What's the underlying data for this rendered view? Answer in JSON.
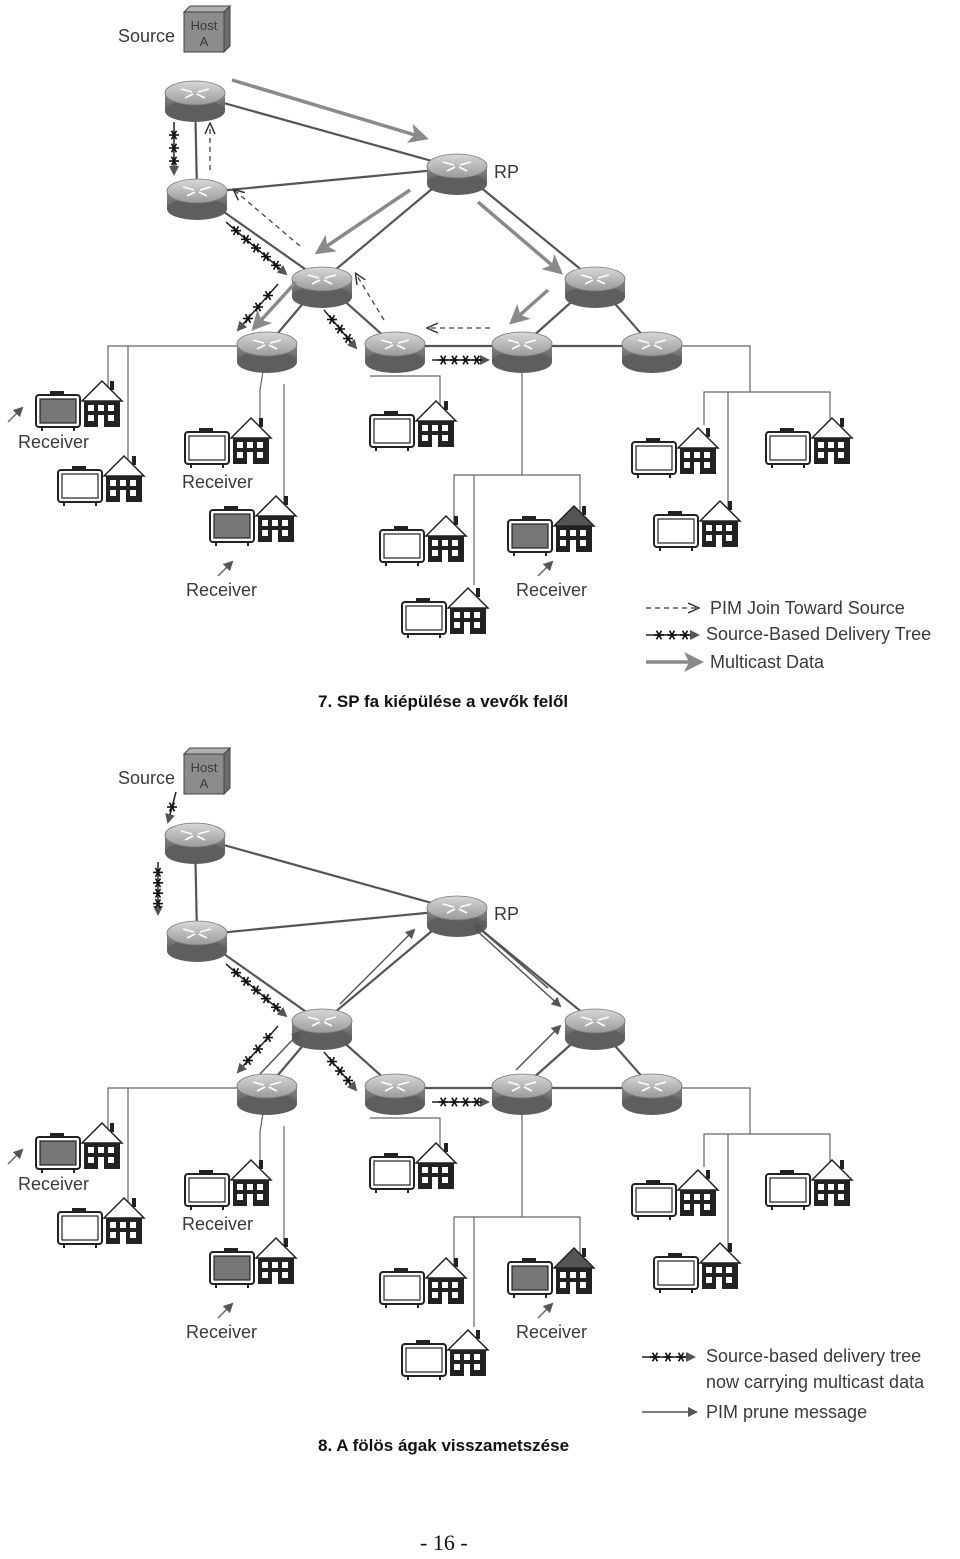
{
  "figures": [
    {
      "source_label": "Source",
      "host_label_line1": "Host",
      "host_label_line2": "A",
      "rp_label": "RP",
      "receiver_labels": [
        "Receiver",
        "Receiver",
        "Receiver",
        "Receiver"
      ],
      "legend": [
        {
          "text": "PIM Join Toward Source",
          "style": "dashed-arrow"
        },
        {
          "text": "Source-Based Delivery Tree",
          "style": "star-arrow"
        },
        {
          "text": "Multicast Data",
          "style": "solid-arrow"
        }
      ],
      "caption": "7. SP fa kiépülése a vevők felől"
    },
    {
      "source_label": "Source",
      "host_label_line1": "Host",
      "host_label_line2": "A",
      "rp_label": "RP",
      "receiver_labels": [
        "Receiver",
        "Receiver",
        "Receiver",
        "Receiver"
      ],
      "legend": [
        {
          "text": "Source-based delivery tree",
          "text2": "now carrying multicast data",
          "style": "star-arrow"
        },
        {
          "text": "PIM prune message",
          "style": "thin-arrow"
        }
      ],
      "caption": "8. A fölös ágak visszametszése"
    }
  ],
  "page_number": "- 16 -"
}
